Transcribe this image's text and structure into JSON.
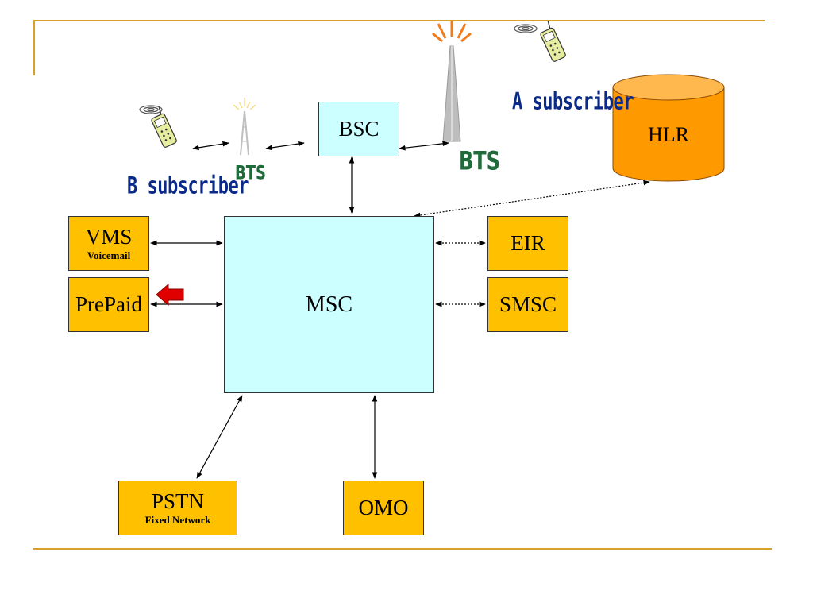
{
  "nodes": {
    "bsc": "BSC",
    "hlr": "HLR",
    "vms": "VMS",
    "vms_sub": "Voicemail",
    "prepaid": "PrePaid",
    "msc": "MSC",
    "eir": "EIR",
    "smsc": "SMSC",
    "pstn": "PSTN",
    "pstn_sub": "Fixed Network",
    "omo": "OMO"
  },
  "labels": {
    "a_subscriber": "A subscriber",
    "b_subscriber": "B subscriber",
    "bts_left": "BTS",
    "bts_right": "BTS"
  },
  "colors": {
    "node_fill": "#ffc000",
    "switch_fill": "#ccffff",
    "rule": "#d9a12a",
    "hlr_fill": "#ff9900",
    "pointer_arrow": "#e00000"
  },
  "icons": [
    "mobile-phone-icon",
    "antenna-tower-icon",
    "red-arrow-icon"
  ]
}
